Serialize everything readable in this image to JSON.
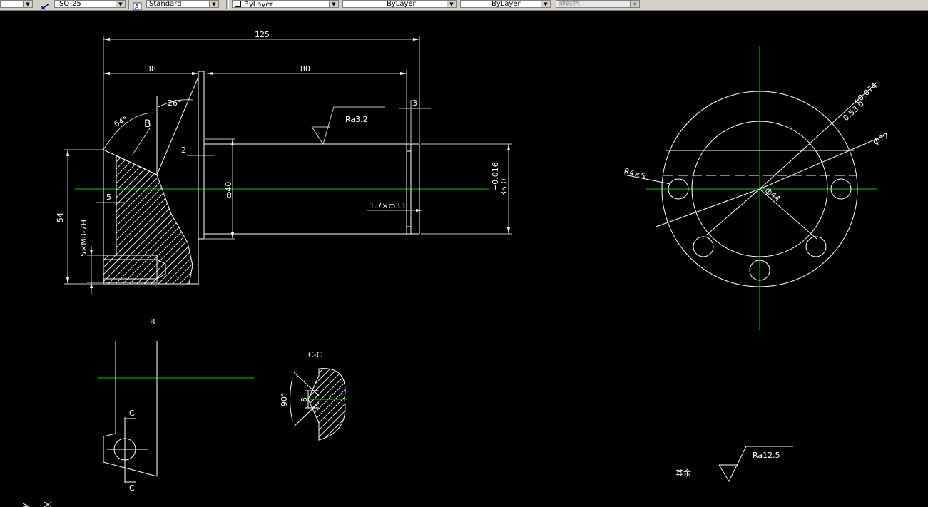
{
  "toolbar": {
    "dimstyle": "ISO-25",
    "textstyle": "Standard",
    "layer": "ByLayer",
    "linetype": "ByLayer",
    "lineweight": "ByLayer",
    "plotstyle": "随颜色"
  },
  "dims": {
    "d125": "125",
    "d38": "38",
    "d80": "80",
    "d3": "3",
    "d2": "2",
    "d5": "5",
    "d54": "54",
    "a64": "64°",
    "a26": "26°",
    "phi40": "ф40",
    "tol_upper": "+0.016",
    "tol_lower": "35 0",
    "groove": "1.7×ф33",
    "thread": "5×M8-7H",
    "ra32": "Ra3.2",
    "labelB": "B",
    "phi77": "ф77",
    "r45": "R4×5",
    "phi44": "ф44",
    "tol53a": "+0.074",
    "tol53b": "0.53  0"
  },
  "details": {
    "viewB": "B",
    "cLabel": "C",
    "ccTitle": "C-C",
    "a90": "90°",
    "d8": "8"
  },
  "notes": {
    "qiyu": "其余",
    "ra125": "Ra12.5"
  },
  "colors": {
    "background": "#000000",
    "lines": "#ffffff",
    "centerline": "#00c800"
  }
}
